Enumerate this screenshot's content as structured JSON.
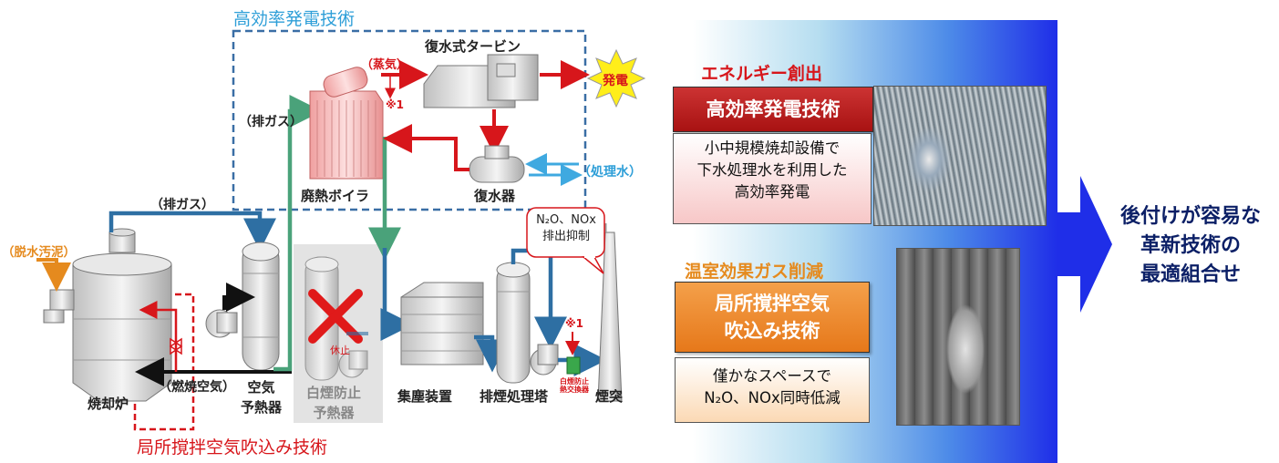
{
  "process": {
    "high_eff_title": "高効率発電技術",
    "turbine_label": "復水式タービン",
    "steam_label": "（蒸気）",
    "note1_label": "※1",
    "power_label": "発電",
    "exhaust_gas_label": "（排ガス）",
    "treated_water_label": "（処理水）",
    "boiler_label": "廃熱ボイラ",
    "condenser_label": "復水器",
    "exhaust_gas_label2": "（排ガス）",
    "n2o_line1": "N₂O、NOx",
    "n2o_line2": "排出抑制",
    "sludge_label": "（脱水汚泥）",
    "incinerator_label": "焼却炉",
    "combustion_air_label": "（燃焼空気）",
    "air_preheater_label": "空気\n予熱器",
    "plume_preheater_label": "白煙防止\n予熱器",
    "stopped_label": "休止",
    "dust_collector_label": "集塵装置",
    "scrubber_label": "排煙処理塔",
    "note1_label2": "※1",
    "plume_hex_label": "白煙防止\n熱交換器",
    "chimney_label": "煙突",
    "local_air_label": "局所撹拌空気吹込み技術"
  },
  "energy": {
    "heading": "エネルギー創出",
    "box_title": "高効率発電技術",
    "box_body": "小中規模焼却設備で\n下水処理水を利用した\n高効率発電"
  },
  "ghg": {
    "heading": "温室効果ガス削減",
    "box_title": "局所撹拌空気\n吹込み技術",
    "box_body_line1": "僅かなスペースで",
    "box_body_line2": "N₂O、NOx同時低減"
  },
  "conclusion": "後付けが容易な\n革新技術の\n最適組合せ",
  "colors": {
    "red_accent": "#d7161b",
    "orange_accent": "#e58a1e",
    "blue_line": "#2e6fa3",
    "green_line": "#4aa27a",
    "cyan_text": "#2f9fd8"
  }
}
